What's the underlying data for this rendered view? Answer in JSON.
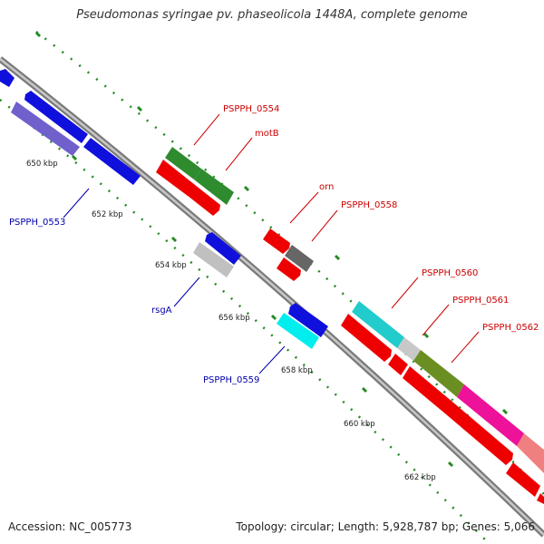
{
  "title": "Pseudomonas syringae pv. phaseolicola 1448A, complete genome",
  "footer": {
    "accession": "Accession: NC_005773",
    "summary": "Topology: circular; Length: 5,928,787 bp; Genes: 5,066"
  },
  "colors": {
    "forward_label": "#cc0000",
    "reverse_label": "#0000aa",
    "backbone": "#888888",
    "tick": "#228b22"
  },
  "ticks": [
    "650 kbp",
    "652 kbp",
    "654 kbp",
    "656 kbp",
    "658 kbp",
    "660 kbp",
    "662 kbp"
  ],
  "gene_labels": [
    {
      "id": "psph0554",
      "text": "PSPPH_0554",
      "strand": "forward"
    },
    {
      "id": "motb",
      "text": "motB",
      "strand": "forward"
    },
    {
      "id": "orn",
      "text": "orn",
      "strand": "forward"
    },
    {
      "id": "psph0558",
      "text": "PSPPH_0558",
      "strand": "forward"
    },
    {
      "id": "psph0560",
      "text": "PSPPH_0560",
      "strand": "forward"
    },
    {
      "id": "psph0561",
      "text": "PSPPH_0561",
      "strand": "forward"
    },
    {
      "id": "psph0562",
      "text": "PSPPH_0562",
      "strand": "forward"
    },
    {
      "id": "psph0553",
      "text": "PSPPH_0553",
      "strand": "reverse"
    },
    {
      "id": "rsga",
      "text": "rsgA",
      "strand": "reverse"
    },
    {
      "id": "psph0559",
      "text": "PSPPH_0559",
      "strand": "reverse"
    }
  ]
}
